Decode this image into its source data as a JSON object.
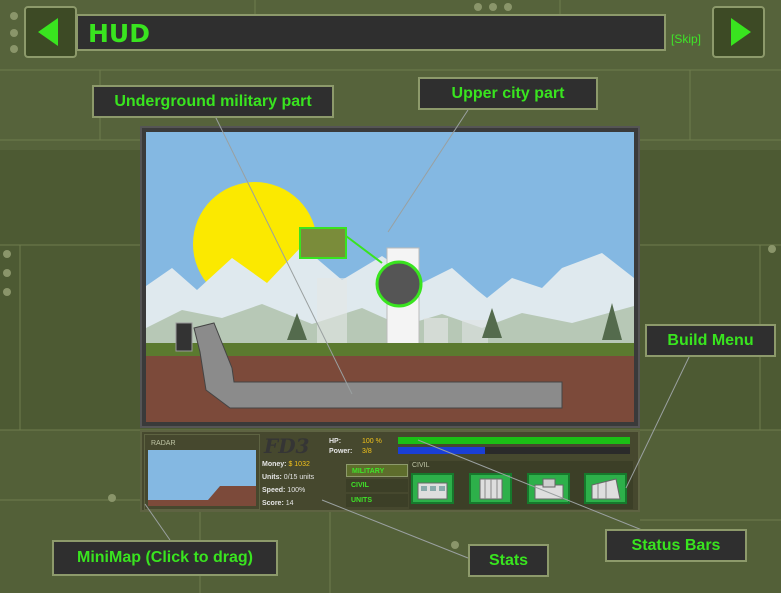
{
  "header": {
    "title": "HUD",
    "skip_label": "[Skip]",
    "prev_icon": "left-arrow-icon",
    "next_icon": "right-arrow-icon"
  },
  "callouts": {
    "underground": "Underground military part",
    "upper_city": "Upper city part",
    "build_menu": "Build Menu",
    "minimap": "MiniMap (Click to drag)",
    "stats": "Stats",
    "status_bars": "Status Bars"
  },
  "hud": {
    "radar_label": "RADAR",
    "logo": "FD3",
    "hp_label": "HP:",
    "hp_value": "100 %",
    "power_label": "Power:",
    "power_value": "3/8",
    "hp_fraction": 1.0,
    "power_fraction": 0.375,
    "stats": {
      "money_label": "Money:",
      "money_value": "$ 1032",
      "units_label": "Units:",
      "units_value": "0/15 units",
      "speed_label": "Speed:",
      "speed_value": "100%",
      "score_label": "Score:",
      "score_value": "14"
    },
    "tabs": [
      "MILITARY",
      "CIVIL",
      "UNITS"
    ],
    "build_category": "CIVIL"
  },
  "colors": {
    "accent_green": "#39e41f",
    "panel_dark": "#2f2f2f",
    "background": "#4d5a33",
    "hp_bar": "#1bbf16",
    "power_bar": "#1a3fd6"
  }
}
